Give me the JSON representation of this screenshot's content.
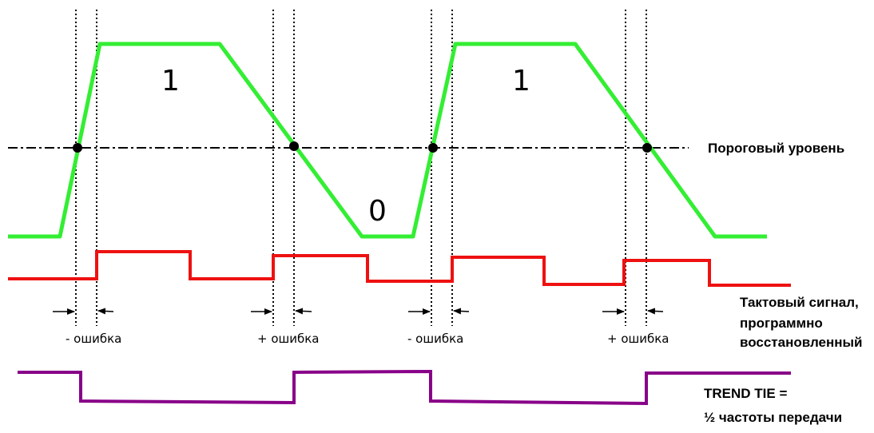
{
  "bit_labels": [
    "1",
    "1",
    "0"
  ],
  "error_labels": [
    "- ошибка",
    "+ ошибка",
    "- ошибка",
    "+ ошибка"
  ],
  "threshold_label": "Пороговый уровень",
  "clock_label": [
    "Тактовый сигнал,",
    "программно",
    "восстановленный"
  ],
  "trend_label": [
    "TREND TIE =",
    "½ частоты передачи"
  ],
  "colors": {
    "data_signal": "#33ee33",
    "recovered_clock": "#ee1111",
    "trend_tie": "#880088",
    "threshold": "#000000"
  }
}
